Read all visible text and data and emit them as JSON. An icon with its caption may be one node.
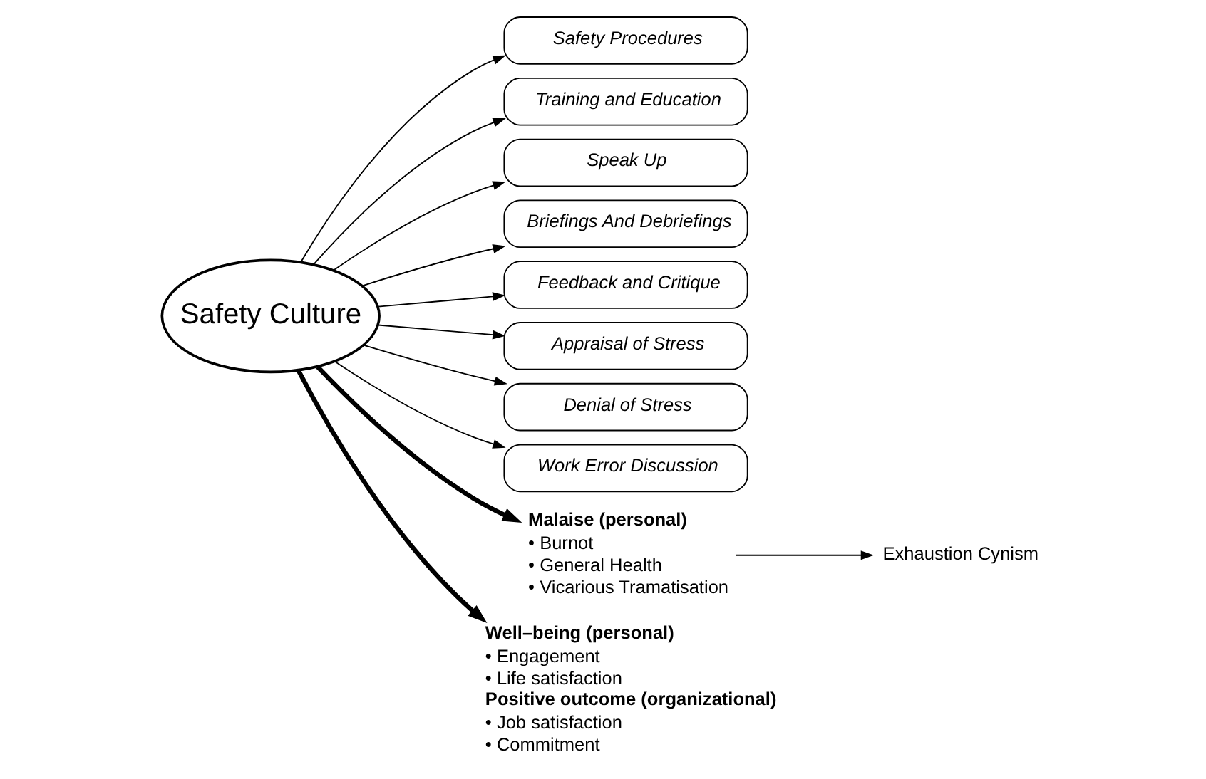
{
  "diagram": {
    "nodes": [
      {
        "text": [
          "Safety Procedures"
        ]
      },
      {
        "text": [
          "Training and Education"
        ]
      },
      {
        "text": [
          "Speak Up"
        ]
      },
      {
        "text": [
          "Briefings And Debriefings"
        ]
      },
      {
        "text": [
          "Feedback and Critique"
        ]
      },
      {
        "text": [
          "Appraisal of Stress"
        ]
      },
      {
        "text": [
          "Denial of Stress"
        ]
      },
      {
        "text": [
          "Work Error Discussion"
        ]
      },
      {
        "text": [
          "Safety Culture"
        ]
      },
      {
        "text": [
          "Malaise (personal)",
          "• Burnot",
          "• General Health",
          "• Vicarious Tramatisation"
        ]
      },
      {
        "text": [
          "Exhaustion Cynism"
        ]
      },
      {
        "text": [
          "Well–being (personal)",
          "• Engagement",
          "• Life satisfaction",
          "Positive outcome (organizational)",
          "• Job satisfaction",
          "• Commitment"
        ]
      }
    ],
    "edges": [
      {
        "from": 8,
        "to": 0,
        "arrow": "to"
      },
      {
        "from": 8,
        "to": 1,
        "arrow": "to"
      },
      {
        "from": 8,
        "to": 2,
        "arrow": "to"
      },
      {
        "from": 8,
        "to": 3,
        "arrow": "to"
      },
      {
        "from": 8,
        "to": 4,
        "arrow": "to"
      },
      {
        "from": 8,
        "to": 5,
        "arrow": "to"
      },
      {
        "from": 8,
        "to": 6,
        "arrow": "to"
      },
      {
        "from": 8,
        "to": 7,
        "arrow": "to"
      },
      {
        "from": 8,
        "to": 9,
        "arrow": "to",
        "style": "thick"
      },
      {
        "from": 8,
        "to": 11,
        "arrow": "to",
        "style": "thick"
      },
      {
        "from": 9,
        "to": 10,
        "arrow": "to"
      }
    ]
  }
}
